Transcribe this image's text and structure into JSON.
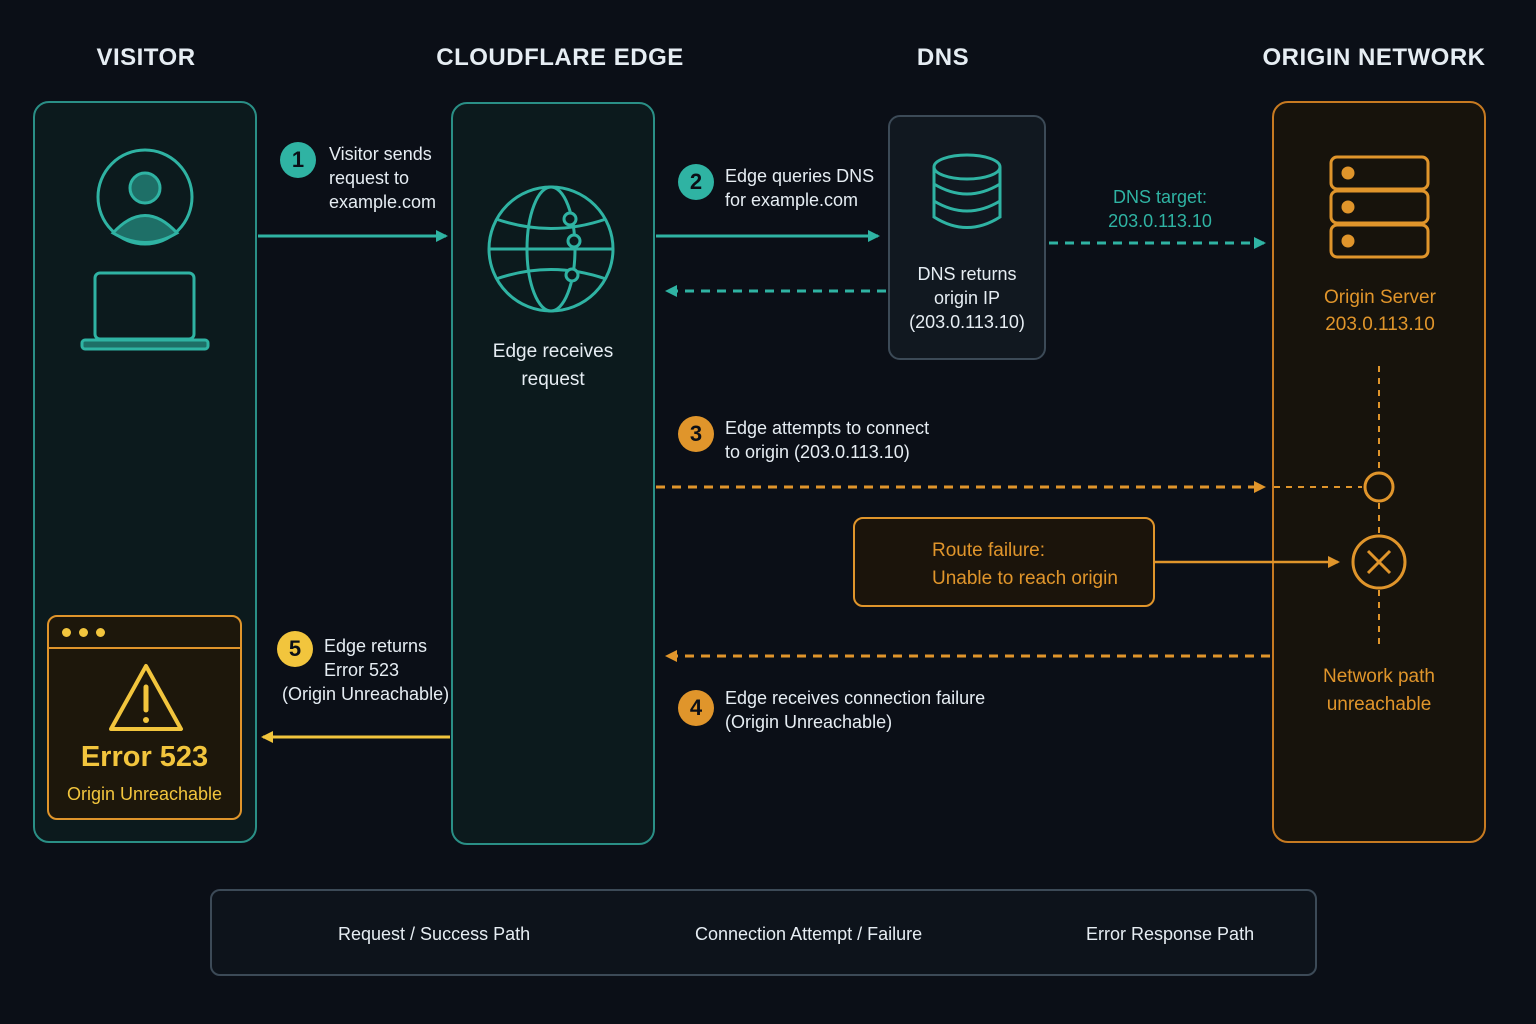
{
  "columns": {
    "visitor": "VISITOR",
    "edge": "CLOUDFLARE EDGE",
    "dns": "DNS",
    "origin": "ORIGIN NETWORK"
  },
  "steps": [
    {
      "number": "1",
      "text_lines": [
        "Visitor sends",
        "request to",
        "example.com"
      ]
    },
    {
      "number": "2",
      "text_lines": [
        "Edge queries DNS",
        "for example.com"
      ]
    },
    {
      "number": "3",
      "text_lines": [
        "Edge attempts to connect",
        "to origin (203.0.113.10)"
      ]
    },
    {
      "number": "4",
      "text_lines": [
        "Edge receives connection failure",
        "(Origin Unreachable)"
      ]
    },
    {
      "number": "5",
      "text_lines": [
        "Edge returns",
        "Error 523",
        "(Origin Unreachable)"
      ]
    }
  ],
  "edge": {
    "label_lines": [
      "Edge receives",
      "request"
    ]
  },
  "dns": {
    "label_lines": [
      "DNS returns",
      "origin IP",
      "(203.0.113.10)"
    ],
    "target_lines": [
      "DNS target:",
      "203.0.113.10"
    ]
  },
  "origin": {
    "server_lines": [
      "Origin Server",
      "203.0.113.10"
    ],
    "path_lines": [
      "Network path",
      "unreachable"
    ]
  },
  "route_failure": {
    "title": "Route failure:",
    "detail": "Unable to reach origin"
  },
  "error_card": {
    "code": "Error 523",
    "message": "Origin Unreachable"
  },
  "legend": {
    "request": "Request / Success Path",
    "attempt": "Connection Attempt / Failure",
    "error": "Error Response Path"
  },
  "colors": {
    "teal": "#2fb3a3",
    "orange": "#e0952b",
    "yellow": "#f2c53d"
  }
}
